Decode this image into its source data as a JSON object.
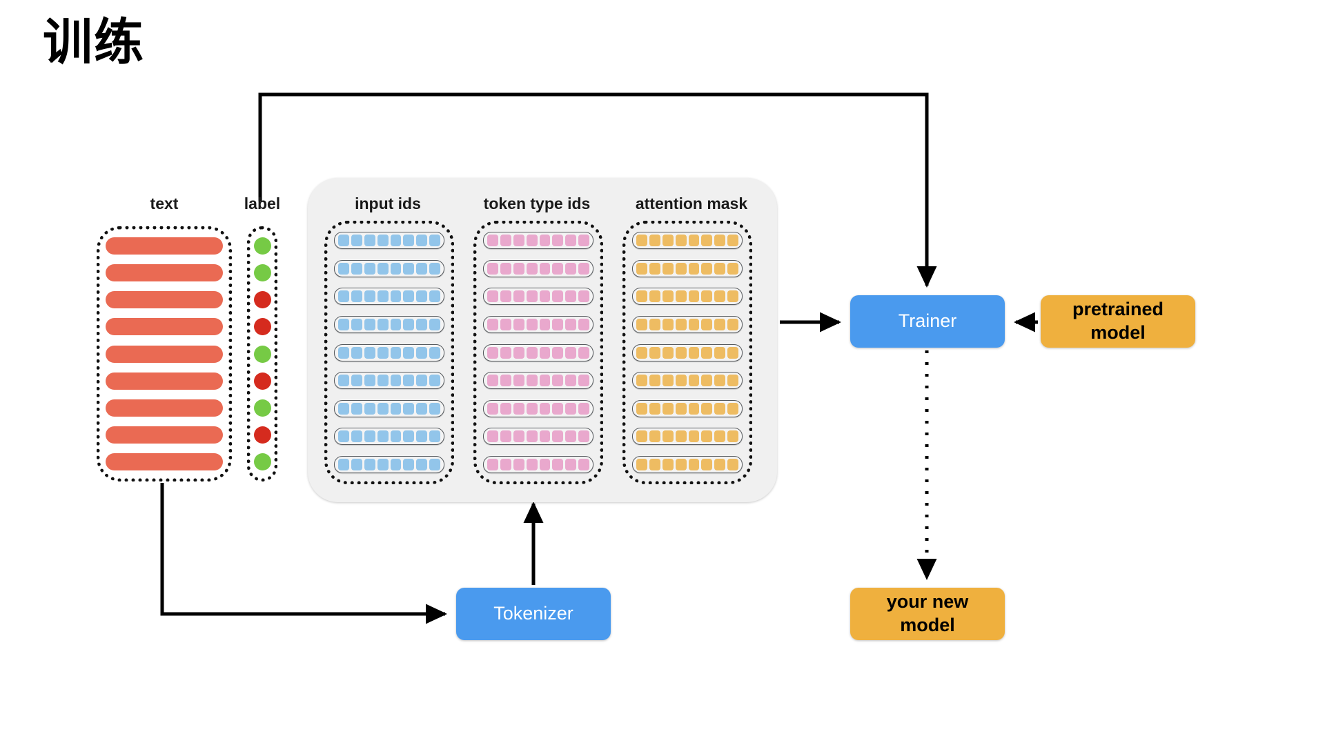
{
  "title": "训练",
  "columns": {
    "text_caption": "text",
    "label_caption": "label"
  },
  "encoded": {
    "input_ids_caption": "input ids",
    "token_type_ids_caption": "token type ids",
    "attention_mask_caption": "attention mask",
    "rows": 9,
    "cells_per_row": 8
  },
  "dataset": {
    "row_count": 9,
    "labels": [
      "pos",
      "pos",
      "neg",
      "neg",
      "pos",
      "neg",
      "pos",
      "neg",
      "pos"
    ]
  },
  "nodes": {
    "trainer": "Trainer",
    "pretrained_model": "pretrained\nmodel",
    "pretrained_model_line1": "pretrained",
    "pretrained_model_line2": "model",
    "tokenizer": "Tokenizer",
    "new_model_line1": "your new",
    "new_model_line2": "model"
  },
  "colors": {
    "text_bar": "#ea6a53",
    "label_positive": "#76ca45",
    "label_negative": "#d52b1e",
    "input_ids_cell": "#92c5ea",
    "token_type_ids_cell": "#e9a8cd",
    "attention_mask_cell": "#eebc62",
    "blue_node": "#4a9aee",
    "orange_node": "#efb03e",
    "panel_background": "#f0f0f0",
    "arrow": "#000000"
  },
  "arrows": [
    {
      "name": "label-to-trainer",
      "style": "solid",
      "from": "label",
      "to": "trainer"
    },
    {
      "name": "text-to-tokenizer",
      "style": "solid",
      "from": "text",
      "to": "tokenizer"
    },
    {
      "name": "tokenizer-to-encoded",
      "style": "solid",
      "from": "tokenizer",
      "to": "encoded-panel"
    },
    {
      "name": "encoded-to-trainer",
      "style": "solid",
      "from": "encoded-panel",
      "to": "trainer"
    },
    {
      "name": "pretrained-to-trainer",
      "style": "solid",
      "from": "pretrained model",
      "to": "trainer"
    },
    {
      "name": "trainer-to-new-model",
      "style": "dotted",
      "from": "trainer",
      "to": "your new model"
    }
  ]
}
